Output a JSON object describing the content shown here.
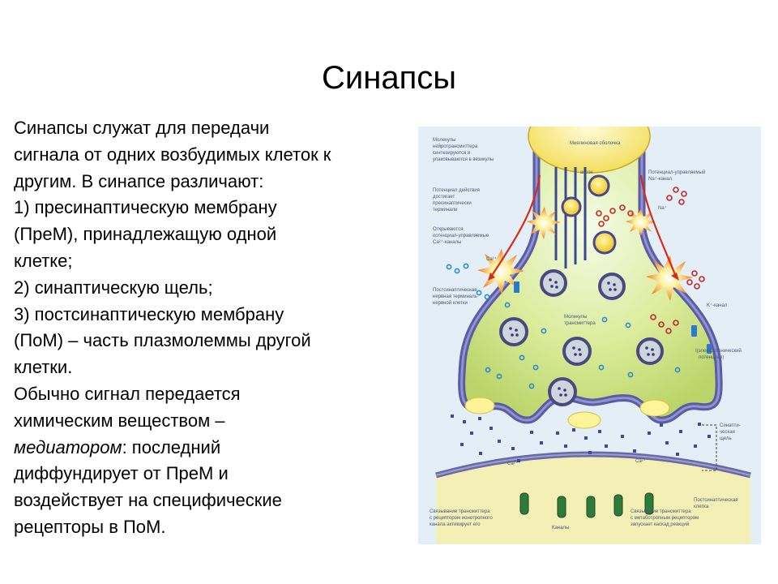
{
  "title": "Синапсы",
  "body": {
    "lines": [
      "Синапсы служат для передачи",
      "сигнала от одних возбудимых клеток к",
      "другим. В синапсе различают:",
      "1) пресинаптическую мембрану",
      "(ПреМ), принадлежащую одной",
      "клетке;",
      "2) синаптическую щель;",
      "3) постсинаптическую мембрану",
      "(ПоМ) – часть плазмолеммы другой",
      "клетки.",
      "Обычно сигнал передается",
      "химическим веществом –"
    ],
    "mediator_word": "медиатором",
    "mediator_rest": ": последний",
    "tail_lines": [
      "диффундирует от ПреМ и",
      "воздействует на специфические",
      "рецепторы в ПоМ."
    ]
  },
  "figure": {
    "labels": {
      "myelin": "Миелиновая оболочка",
      "axon": "аксон",
      "neurotransmitter_synth_1": "Молекулы",
      "neurotransmitter_synth_2": "нейротрансмиттера",
      "neurotransmitter_synth_3": "синтезируются и",
      "neurotransmitter_synth_4": "упаковываются в везикулы",
      "ap_reaches_1": "Потенциал действия",
      "ap_reaches_2": "достигает",
      "ap_reaches_3": "пресинаптически",
      "ap_reaches_4": "терминали",
      "ca_open_1": "Открываются",
      "ca_open_2": "потенциал-управляемые",
      "ca_open_3": "Ca²⁺-каналы",
      "na_channel_1": "Потенциал-управляемый",
      "na_channel_2": "Na⁺-канал",
      "na": "Na⁺",
      "ca_top": "Ca²⁺",
      "presyn_term_1": "Постсинаптическая",
      "presyn_term_2": "нервная терминаль",
      "presyn_term_3": "нервной клетки",
      "molecules_1": "Молекулы",
      "molecules_2": "трансмиттера",
      "k_channel": "K⁺-канал",
      "electrotonic_1": "I(электротонический",
      "electrotonic_2": "потенциал)",
      "cleft_1": "Синапти-",
      "cleft_2": "ческая",
      "cleft_3": "щель",
      "ca_bottom_left": "Ca²⁺",
      "ca_bottom_right": "Ca²⁺",
      "postsyn_cell_1": "Постсинаптическая",
      "postsyn_cell_2": "клетка",
      "ionotropic_1": "Связывание трансмиттера",
      "ionotropic_2": "с рецептором ионотропного",
      "ionotropic_3": "канала активирует его",
      "channels": "Каналы",
      "metabotropic_1": "Связывание трансмиттера",
      "metabotropic_2": "с метаботропным рецептором",
      "metabotropic_3": "запускает каскад реакций"
    }
  }
}
